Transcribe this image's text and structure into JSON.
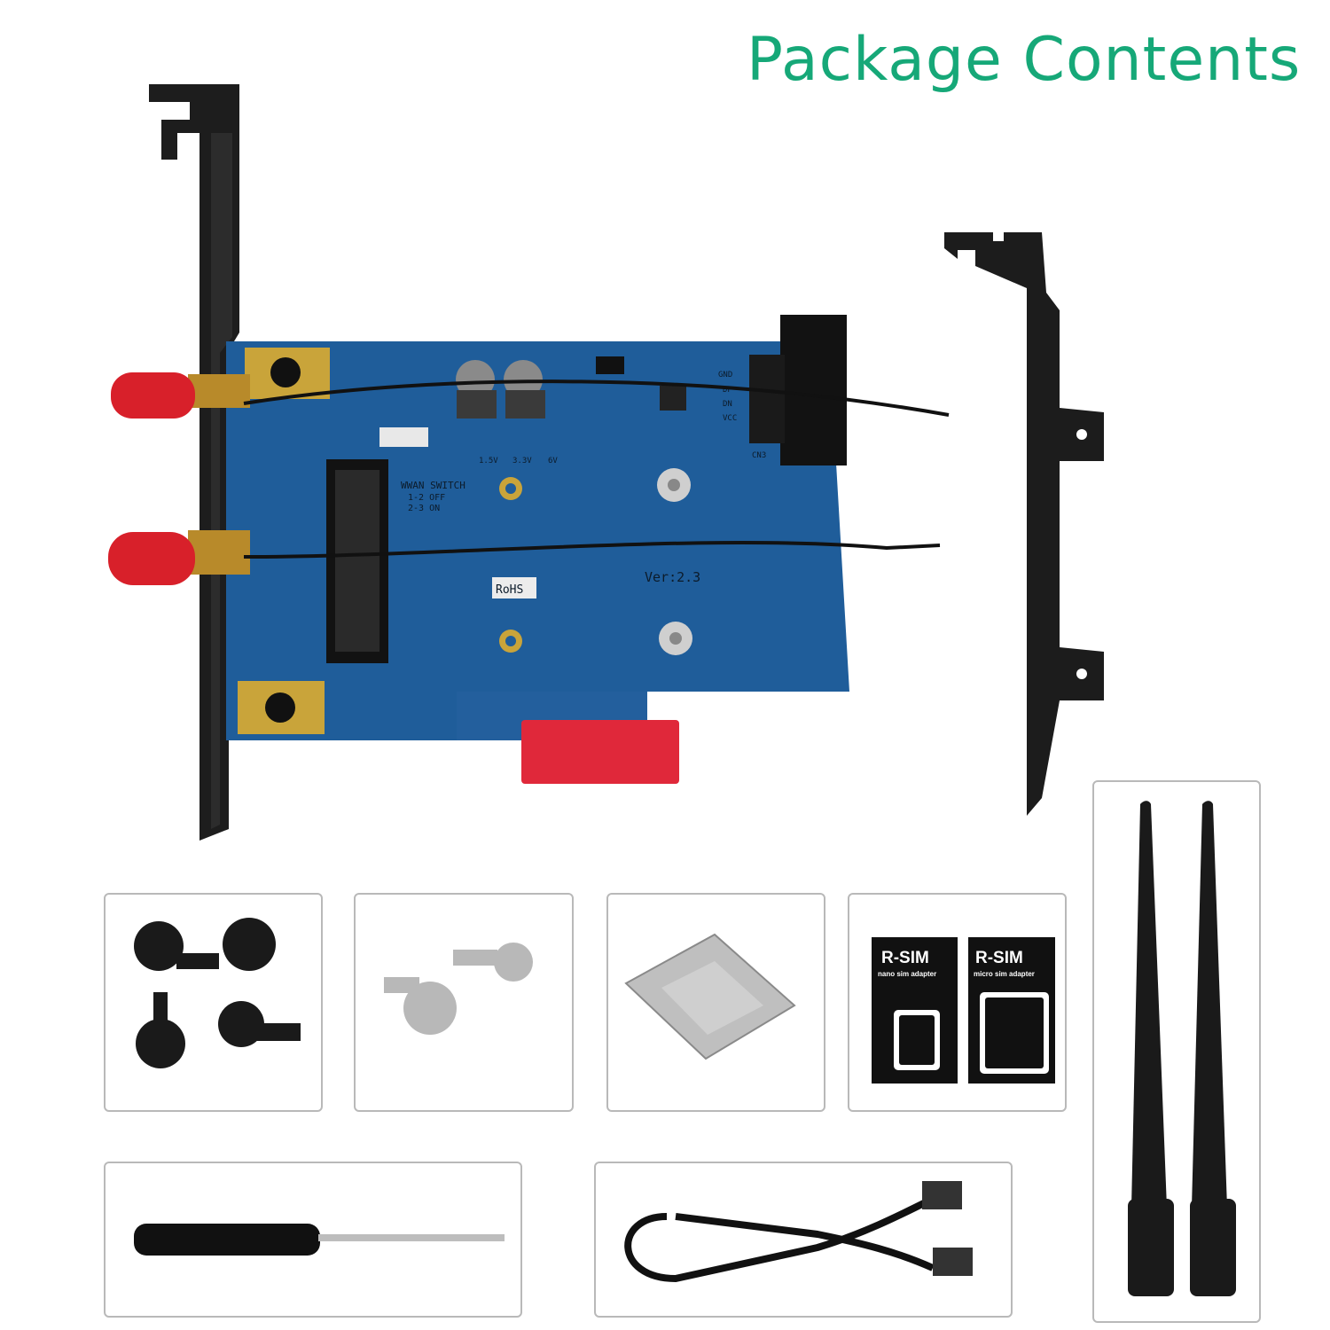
{
  "title": "Package Contents",
  "board": {
    "version_label": "Ver:2.3",
    "rohs_label": "RoHS",
    "switch_title": "WWAN SWITCH",
    "switch_off": "1-2 OFF",
    "switch_on": "2-3 ON",
    "header_pins": [
      "GND",
      "DP",
      "DN",
      "VCC"
    ],
    "header_ref": "CN3",
    "voltages": [
      "1.5V",
      "3.3V",
      "6V"
    ]
  },
  "sim_adapters": [
    {
      "brand": "R-SIM",
      "caption": "nano sim adapter"
    },
    {
      "brand": "R-SIM",
      "caption": "micro sim adapter"
    }
  ],
  "colors": {
    "title": "#16a878",
    "pcb": "#1f5d9a",
    "bracket": "#1c1c1c",
    "antenna_cap": "#d8202a",
    "pcie_cap": "#e0283a",
    "box_border": "#b9b9b9"
  }
}
